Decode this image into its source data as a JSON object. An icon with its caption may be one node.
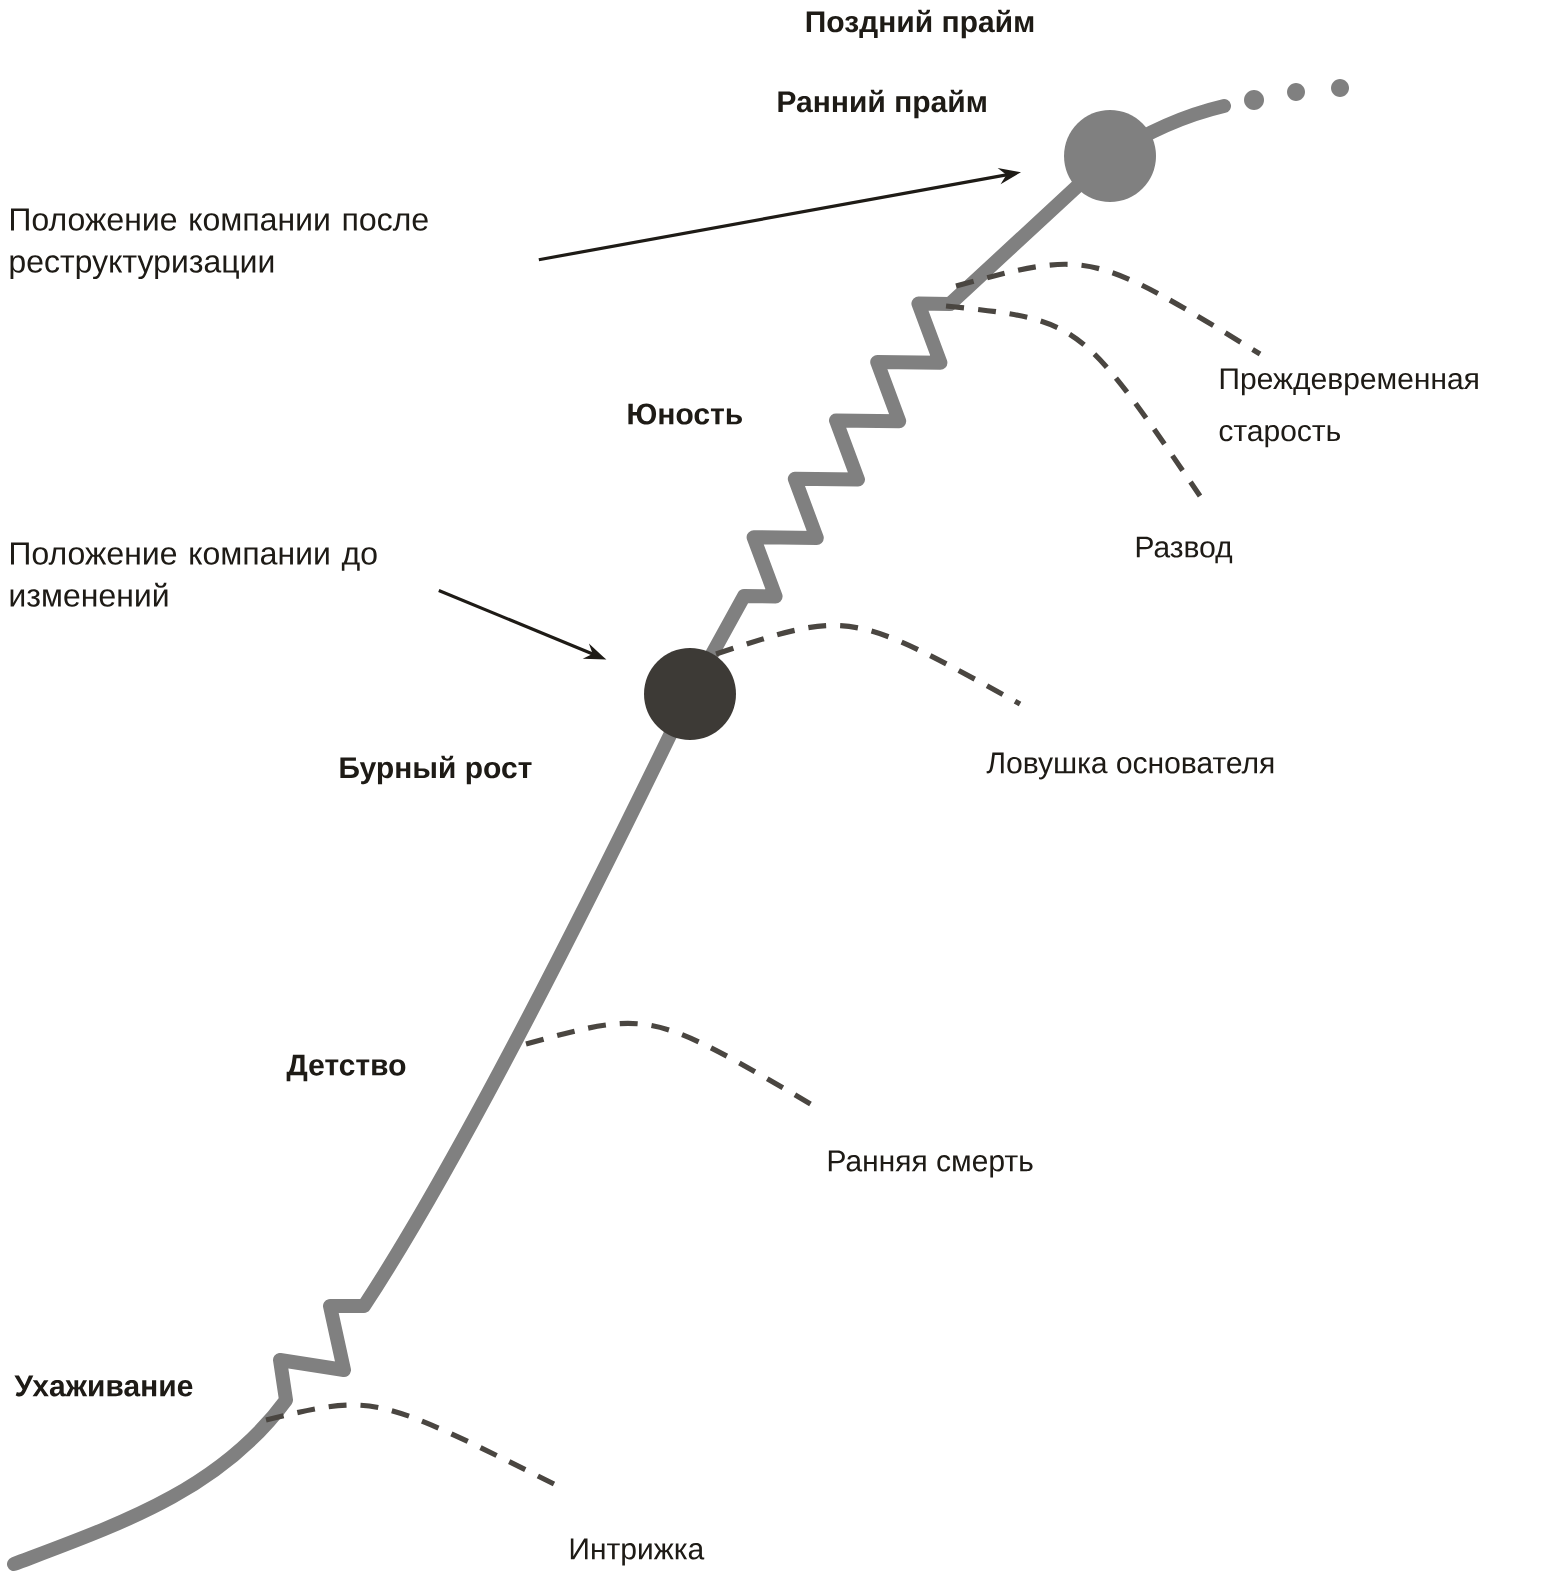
{
  "diagram": {
    "nodes": [
      {
        "text": [
          "Положение компании после реструктуризации"
        ]
      },
      {
        "text": [],
        "shape": "circle"
      },
      {
        "text": [
          "Положение компании до изменений"
        ]
      },
      {
        "text": [],
        "shape": "circle"
      }
    ],
    "edges": [
      {
        "from": 0,
        "to": 1,
        "arrow": "to"
      },
      {
        "from": 2,
        "to": 3,
        "arrow": "to"
      }
    ],
    "labels": [
      "Поздний прайм",
      "Ранний прайм",
      "Юность",
      "Преждевременная старость",
      "Развод",
      "Бурный рост",
      "Ловушка основателя",
      "Детство",
      "Ранняя смерть",
      "Ухаживание",
      "Интрижка"
    ]
  }
}
